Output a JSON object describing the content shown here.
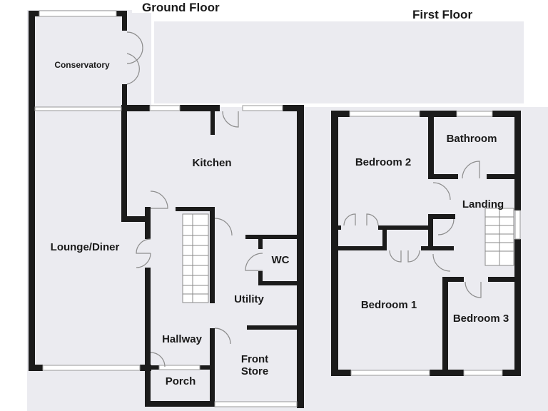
{
  "floors": {
    "ground": {
      "title": "Ground Floor"
    },
    "first": {
      "title": "First Floor"
    }
  },
  "rooms": {
    "conservatory": "Conservatory",
    "kitchen": "Kitchen",
    "lounge_diner": "Lounge/Diner",
    "wc": "WC",
    "utility": "Utility",
    "hallway": "Hallway",
    "front_store_line1": "Front",
    "front_store_line2": "Store",
    "porch": "Porch",
    "bedroom2": "Bedroom 2",
    "bathroom": "Bathroom",
    "landing": "Landing",
    "bedroom1": "Bedroom 1",
    "bedroom3": "Bedroom 3"
  },
  "colors": {
    "wall": "#1b1b1b",
    "floor": "#ebebf0",
    "background": "#ffffff"
  }
}
